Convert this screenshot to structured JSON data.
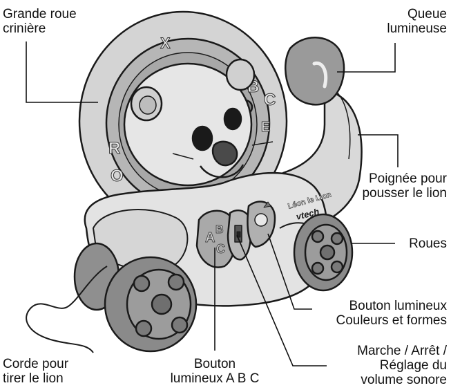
{
  "labels": {
    "mane_wheel": [
      "Grande roue",
      "crinière"
    ],
    "tail": [
      "Queue",
      "lumineuse"
    ],
    "handle": [
      "Poignée pour",
      "pousser le lion"
    ],
    "wheels": [
      "Roues"
    ],
    "shapes_button": [
      "Bouton lumineux",
      "Couleurs et formes"
    ],
    "power_switch": [
      "Marche / Arrêt /",
      "Réglage du",
      "volume sonore"
    ],
    "abc_button": [
      "Bouton",
      "lumineux A B C"
    ],
    "pull_cord": [
      "Corde pour",
      "tirer le lion"
    ]
  },
  "toy_markings": {
    "brand_name": "Léon le Lion",
    "manufacturer": "vtech",
    "mane_letters": [
      "X",
      "B",
      "C",
      "E",
      "R",
      "O"
    ],
    "button_letters": [
      "A",
      "B",
      "C"
    ]
  },
  "colors": {
    "outline": "#1a1a1a",
    "body_gray": "#d9d9d9",
    "mane_gray": "#bdbdbd",
    "wheel_dark": "#8c8c8c",
    "button_gray": "#b0b0b0",
    "line": "#111111"
  }
}
